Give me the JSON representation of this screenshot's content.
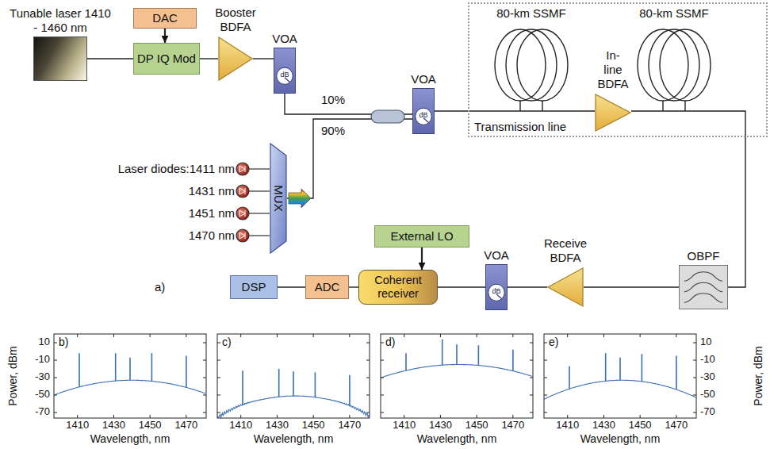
{
  "diagram": {
    "nodes": [
      {
        "text": [
          "Tunable laser 1410 - 1460 nm"
        ]
      },
      {
        "text": [
          "DAC"
        ]
      },
      {
        "text": [
          "DP IQ Mod"
        ]
      },
      {
        "text": [
          "Booster BDFA"
        ]
      },
      {
        "text": [
          "VOA",
          "dB"
        ]
      },
      {
        "text": [
          "MUX"
        ]
      },
      {
        "text": [
          "VOA",
          "dB"
        ]
      },
      {
        "text": [
          "Transmission line"
        ]
      },
      {
        "text": [
          "In-line BDFA"
        ],
        "in": 7
      },
      {
        "text": [
          "OBPF"
        ]
      },
      {
        "text": [
          "Receive BDFA"
        ]
      },
      {
        "text": [
          "VOA",
          "dB"
        ]
      },
      {
        "text": [
          "External LO"
        ]
      },
      {
        "text": [
          "Coherent receiver"
        ]
      },
      {
        "text": [
          "ADC"
        ]
      },
      {
        "text": [
          "DSP"
        ]
      }
    ],
    "edges": [
      {
        "from": 0,
        "to": 2,
        "arrow": "none"
      },
      {
        "from": 1,
        "to": 2,
        "arrow": "to"
      },
      {
        "from": 2,
        "to": 3,
        "arrow": "none"
      },
      {
        "from": 3,
        "to": 4,
        "arrow": "none"
      },
      {
        "from": 4,
        "to": 6,
        "arrow": "none"
      },
      {
        "from": 5,
        "to": 6,
        "arrow": "none"
      },
      {
        "from": 6,
        "to": 8,
        "arrow": "none"
      },
      {
        "from": 8,
        "to": 9,
        "arrow": "none"
      },
      {
        "from": 9,
        "to": 10,
        "arrow": "none"
      },
      {
        "from": 10,
        "to": 11,
        "arrow": "none"
      },
      {
        "from": 11,
        "to": 13,
        "arrow": "none"
      },
      {
        "from": 12,
        "to": 13,
        "arrow": "to"
      },
      {
        "from": 13,
        "to": 14,
        "arrow": "none"
      },
      {
        "from": 14,
        "to": 15,
        "arrow": "none"
      }
    ],
    "labels": [
      "a)",
      "10%",
      "90%",
      "Laser diodes:1411 nm",
      "1431 nm",
      "1451 nm",
      "1470 nm",
      "80-km SSMF",
      "80-km SSMF",
      "b)",
      "c)",
      "d)",
      "e)",
      "10",
      "-10",
      "-30",
      "-50",
      "-70",
      "Power, dBm",
      "10",
      "-10",
      "-30",
      "-50",
      "-70",
      "Power, dBm",
      "1410",
      "1430",
      "1450",
      "1470",
      "Wavelength, nm",
      "1410",
      "1430",
      "1450",
      "1470",
      "Wavelength, nm",
      "1410",
      "1430",
      "1450",
      "1470",
      "Wavelength, nm",
      "1410",
      "1430",
      "1450",
      "1470",
      "Wavelength, nm"
    ]
  }
}
